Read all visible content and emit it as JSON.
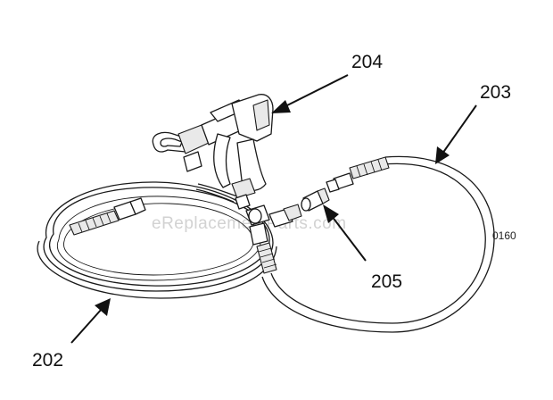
{
  "callouts": {
    "spray_gun": "204",
    "hose_short": "203",
    "swivel_fitting": "205",
    "hose_long": "202"
  },
  "reference_code": "0160",
  "watermark": "eReplacementParts.com",
  "colors": {
    "line": "#1a1a1a",
    "background": "#ffffff",
    "watermark": "#d2d2d2"
  }
}
